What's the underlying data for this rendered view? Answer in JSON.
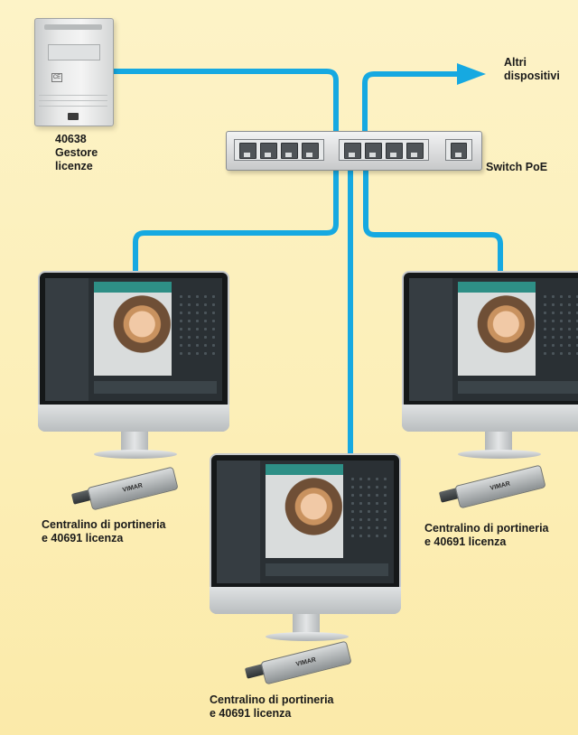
{
  "diagram": {
    "wire_color": "#16a9e1",
    "background": "#fcefb8",
    "license_manager": {
      "code": "40638",
      "name_line1": "Gestore",
      "name_line2": "licenze",
      "icon": "din-rail-module"
    },
    "switch": {
      "label": "Switch PoE",
      "icon": "ethernet-switch",
      "port_groups": [
        4,
        4,
        1
      ]
    },
    "other_devices": {
      "line1": "Altri",
      "line2": "dispositivi"
    },
    "workstations": [
      {
        "line1": "Centralino di portineria",
        "line2": "e 40691 licenza",
        "usb_brand": "VIMAR"
      },
      {
        "line1": "Centralino di portineria",
        "line2": "e 40691 licenza",
        "usb_brand": "VIMAR"
      },
      {
        "line1": "Centralino di portineria",
        "line2": "e 40691 licenza",
        "usb_brand": "VIMAR"
      }
    ]
  }
}
